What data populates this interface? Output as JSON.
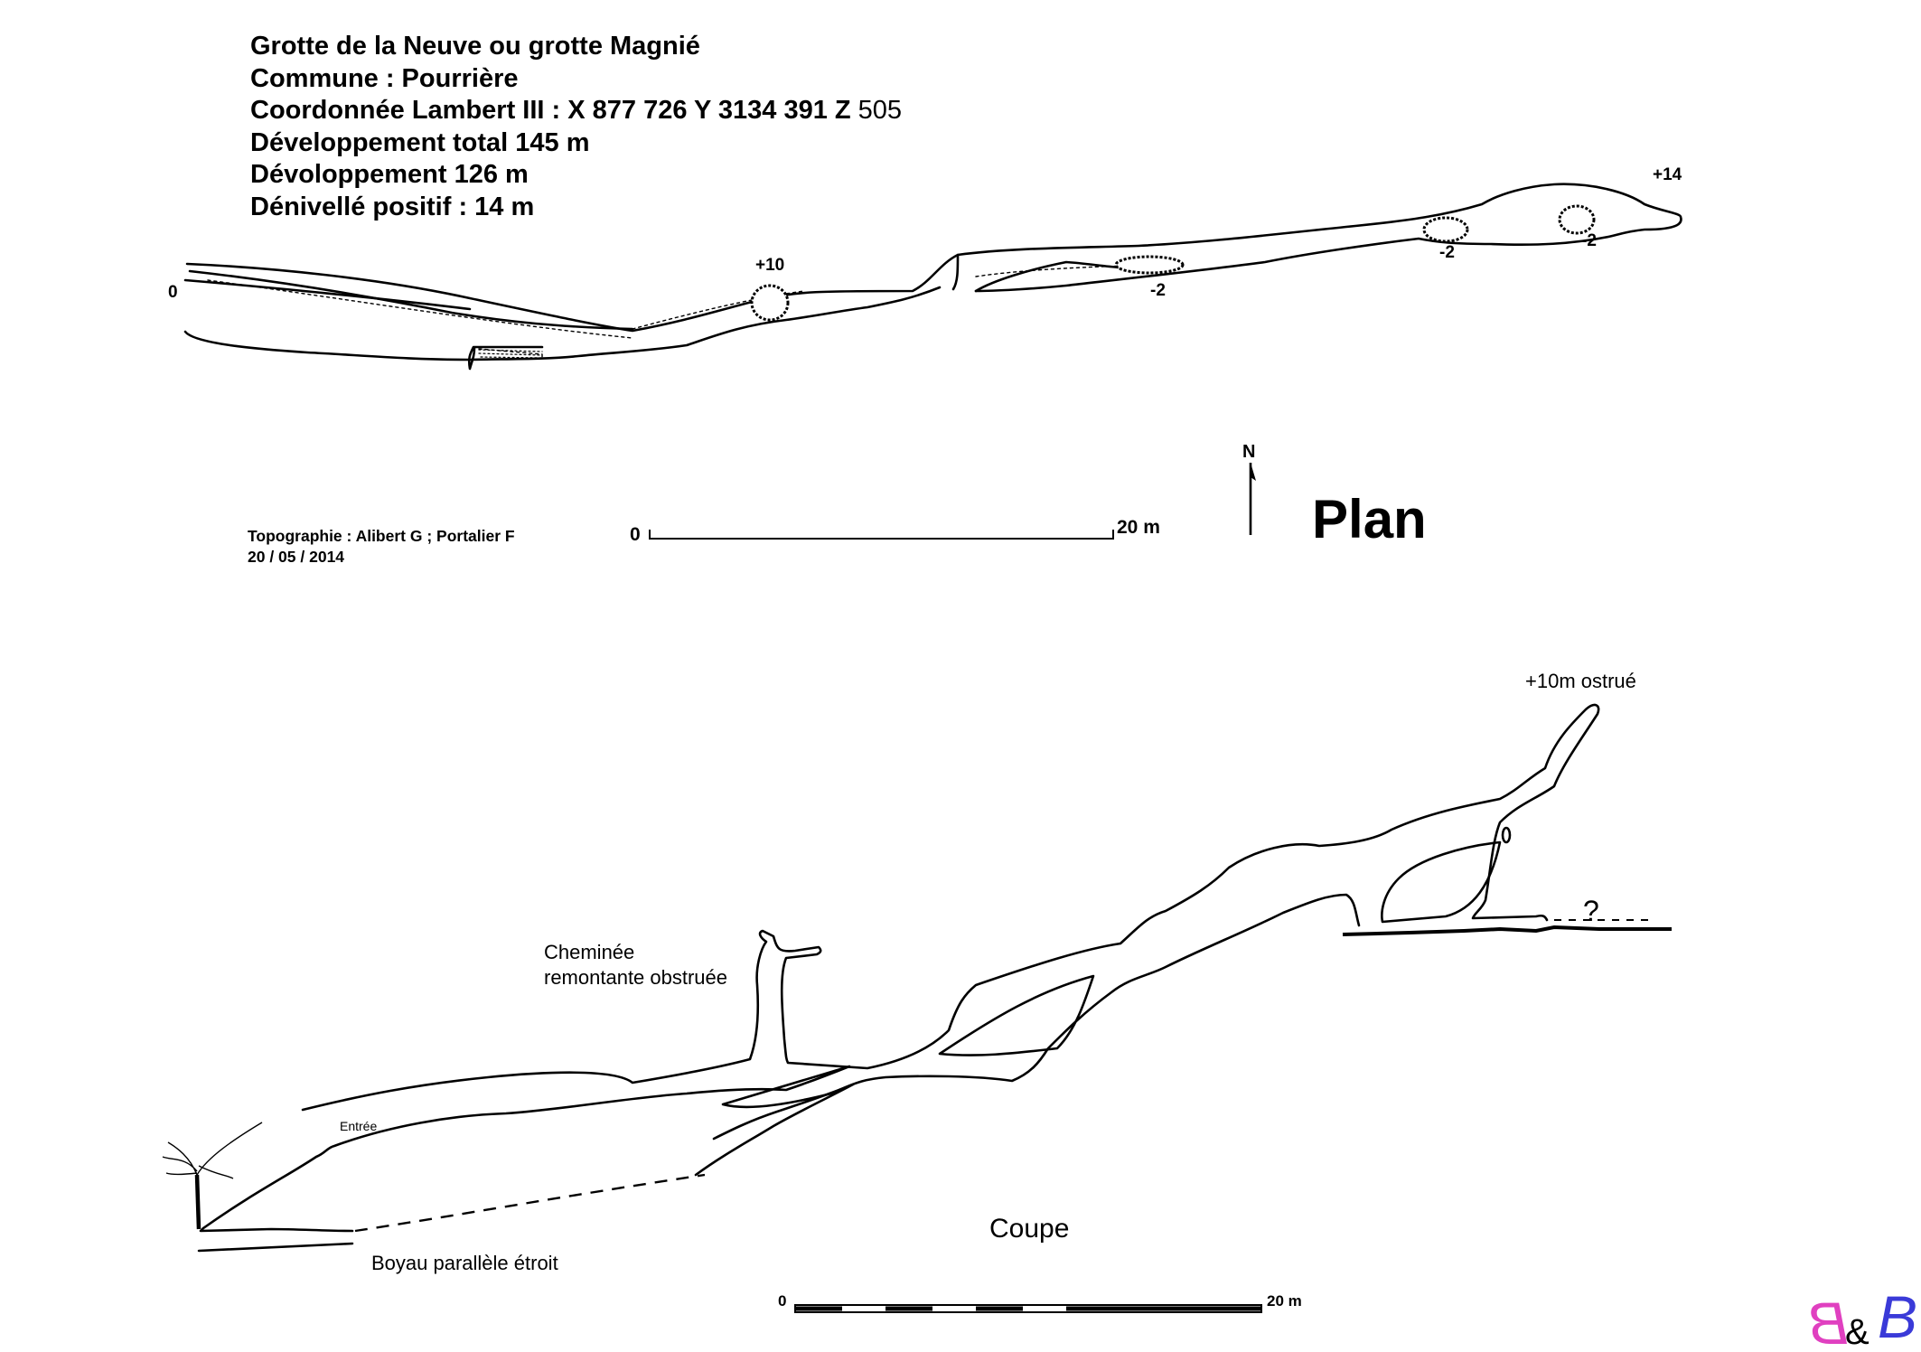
{
  "header": {
    "title": "Grotte de la Neuve ou grotte Magnié",
    "commune": "Commune : Pourrière",
    "coords_prefix": "Coordonnée Lambert III : X 877 726  Y 3134 391  Z",
    "coords_z": " 505",
    "dev_total": "Développement total 145 m",
    "dev": "Dévoloppement 126 m",
    "denivele": "Dénivellé positif : 14 m"
  },
  "plan": {
    "title": "Plan",
    "north_label": "N",
    "scale_start": "0",
    "scale_end": "20 m",
    "credit_line1": "Topographie : Alibert G ; Portalier F",
    "credit_line2": "20 / 05 / 2014",
    "depth_labels": {
      "entrance": "0",
      "p10": "+10",
      "m2a": "-2",
      "m2b": "-2",
      "m2c": "-2",
      "p14": "+14"
    }
  },
  "coupe": {
    "title": "Coupe",
    "scale_start": "0",
    "scale_end": "20 m",
    "labels": {
      "obstructed_top": "+10m ostrué",
      "chimney_line1": "Cheminée",
      "chimney_line2": "remontante obstruée",
      "entrance": "Entrée",
      "boyau": "Boyau parallèle étroit",
      "question": "?"
    }
  },
  "logo_text": "B&B",
  "colors": {
    "ink": "#000000",
    "logo_pink": "#e040c0",
    "logo_blue": "#3a3ad8"
  }
}
